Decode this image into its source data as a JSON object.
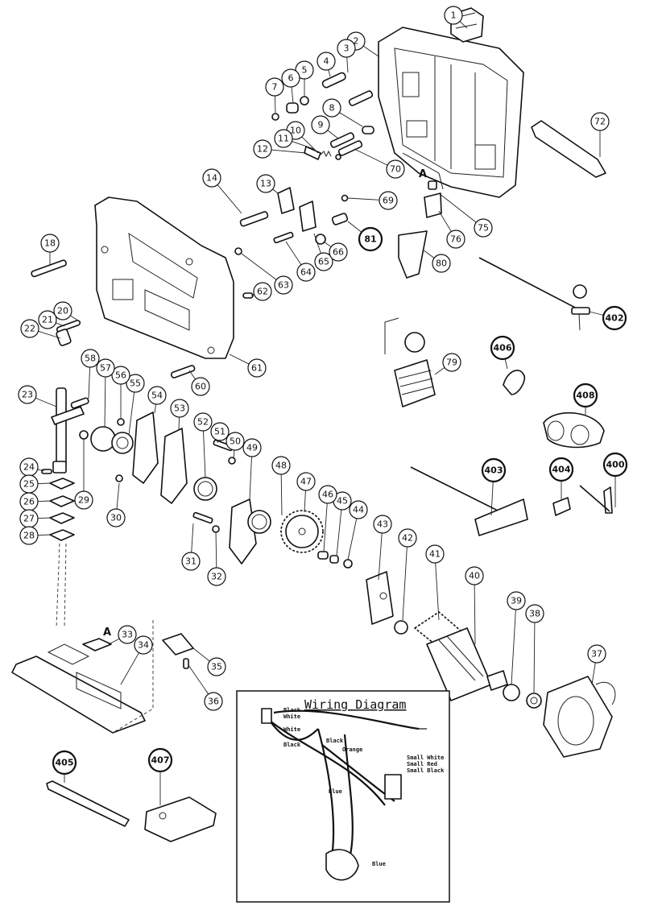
{
  "diagram": {
    "type": "exploded-parts-diagram",
    "subject": "Jigsaw",
    "section_markers": [
      "A",
      "A"
    ],
    "callouts": [
      {
        "id": "1",
        "label": "1"
      },
      {
        "id": "2",
        "label": "2"
      },
      {
        "id": "3",
        "label": "3"
      },
      {
        "id": "4",
        "label": "4"
      },
      {
        "id": "5",
        "label": "5"
      },
      {
        "id": "6",
        "label": "6"
      },
      {
        "id": "7",
        "label": "7"
      },
      {
        "id": "8",
        "label": "8"
      },
      {
        "id": "9",
        "label": "9"
      },
      {
        "id": "10",
        "label": "10"
      },
      {
        "id": "11",
        "label": "11"
      },
      {
        "id": "12",
        "label": "12"
      },
      {
        "id": "13",
        "label": "13"
      },
      {
        "id": "14",
        "label": "14"
      },
      {
        "id": "18",
        "label": "18"
      },
      {
        "id": "20",
        "label": "20"
      },
      {
        "id": "21",
        "label": "21"
      },
      {
        "id": "22",
        "label": "22"
      },
      {
        "id": "23",
        "label": "23"
      },
      {
        "id": "24",
        "label": "24"
      },
      {
        "id": "25",
        "label": "25"
      },
      {
        "id": "26",
        "label": "26"
      },
      {
        "id": "27",
        "label": "27"
      },
      {
        "id": "28",
        "label": "28"
      },
      {
        "id": "29",
        "label": "29"
      },
      {
        "id": "30",
        "label": "30"
      },
      {
        "id": "31",
        "label": "31"
      },
      {
        "id": "32",
        "label": "32"
      },
      {
        "id": "33",
        "label": "33"
      },
      {
        "id": "34",
        "label": "34"
      },
      {
        "id": "35",
        "label": "35"
      },
      {
        "id": "36",
        "label": "36"
      },
      {
        "id": "37",
        "label": "37"
      },
      {
        "id": "38",
        "label": "38"
      },
      {
        "id": "39",
        "label": "39"
      },
      {
        "id": "40",
        "label": "40"
      },
      {
        "id": "41",
        "label": "41"
      },
      {
        "id": "42",
        "label": "42"
      },
      {
        "id": "43",
        "label": "43"
      },
      {
        "id": "44",
        "label": "44"
      },
      {
        "id": "45",
        "label": "45"
      },
      {
        "id": "46",
        "label": "46"
      },
      {
        "id": "47",
        "label": "47"
      },
      {
        "id": "48",
        "label": "48"
      },
      {
        "id": "49",
        "label": "49"
      },
      {
        "id": "50",
        "label": "50"
      },
      {
        "id": "51",
        "label": "51"
      },
      {
        "id": "52",
        "label": "52"
      },
      {
        "id": "53",
        "label": "53"
      },
      {
        "id": "54",
        "label": "54"
      },
      {
        "id": "55",
        "label": "55"
      },
      {
        "id": "56",
        "label": "56"
      },
      {
        "id": "57",
        "label": "57"
      },
      {
        "id": "58",
        "label": "58"
      },
      {
        "id": "60",
        "label": "60"
      },
      {
        "id": "61",
        "label": "61"
      },
      {
        "id": "62",
        "label": "62"
      },
      {
        "id": "63",
        "label": "63"
      },
      {
        "id": "64",
        "label": "64"
      },
      {
        "id": "65",
        "label": "65"
      },
      {
        "id": "66",
        "label": "66"
      },
      {
        "id": "69",
        "label": "69"
      },
      {
        "id": "70",
        "label": "70"
      },
      {
        "id": "72",
        "label": "72"
      },
      {
        "id": "75",
        "label": "75"
      },
      {
        "id": "76",
        "label": "76"
      },
      {
        "id": "79",
        "label": "79"
      },
      {
        "id": "80",
        "label": "80"
      },
      {
        "id": "81",
        "label": "81",
        "bold": true
      },
      {
        "id": "400",
        "label": "400",
        "bold": true
      },
      {
        "id": "402",
        "label": "402",
        "bold": true
      },
      {
        "id": "403",
        "label": "403",
        "bold": true
      },
      {
        "id": "404",
        "label": "404",
        "bold": true
      },
      {
        "id": "405",
        "label": "405",
        "bold": true
      },
      {
        "id": "406",
        "label": "406",
        "bold": true
      },
      {
        "id": "407",
        "label": "407",
        "bold": true
      },
      {
        "id": "408",
        "label": "408",
        "bold": true
      }
    ]
  },
  "wiring_diagram": {
    "title": "Wiring Diagram",
    "labels": {
      "black_top": "Black",
      "white_top": "White",
      "white_left": "White",
      "black_left": "Black",
      "black_mid": "Black",
      "orange": "Orange",
      "small_white": "Small White",
      "small_red": "Small Red",
      "small_black": "Small Black",
      "blue_mid": "Blue",
      "blue_bottom": "Blue"
    }
  }
}
